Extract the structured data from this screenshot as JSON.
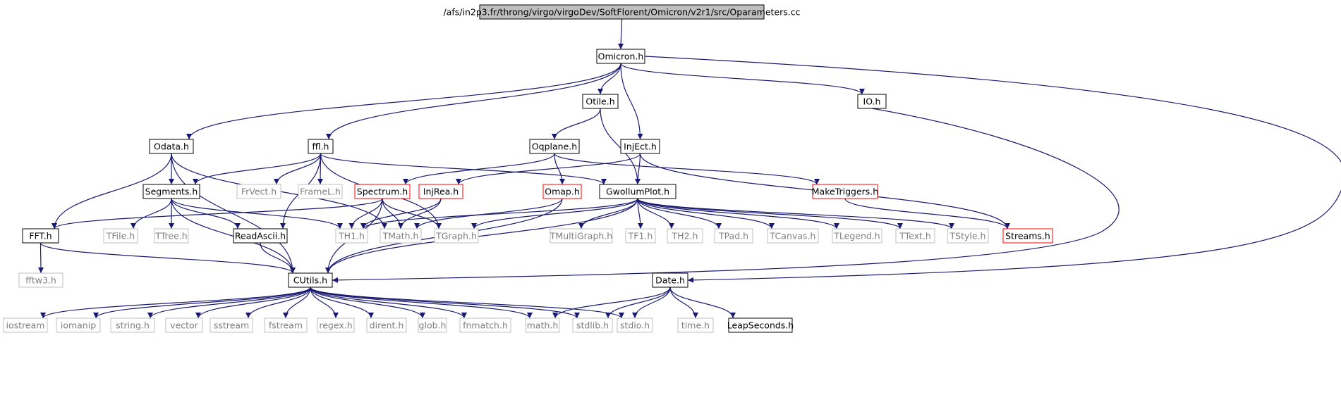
{
  "colors": {
    "edge": "#191970",
    "root_fill": "#bfbfbf",
    "documented_border": "#000000",
    "external_border": "#bfbfbf",
    "truncated_border": "#ff0000",
    "external_text": "#7f7f7f"
  },
  "nodes": [
    {
      "id": "root",
      "label": "/afs/in2p3.fr/throng/virgo/virgoDev/SoftFlorent/Omicron/v2r1/src/Oparameters.cc",
      "kind": "root"
    },
    {
      "id": "omicron",
      "label": "Omicron.h",
      "kind": "doc"
    },
    {
      "id": "otile",
      "label": "Otile.h",
      "kind": "doc"
    },
    {
      "id": "io",
      "label": "IO.h",
      "kind": "doc"
    },
    {
      "id": "odata",
      "label": "Odata.h",
      "kind": "doc"
    },
    {
      "id": "ffl",
      "label": "ffl.h",
      "kind": "doc"
    },
    {
      "id": "oqplane",
      "label": "Oqplane.h",
      "kind": "doc"
    },
    {
      "id": "inject",
      "label": "InjEct.h",
      "kind": "doc"
    },
    {
      "id": "segments",
      "label": "Segments.h",
      "kind": "doc"
    },
    {
      "id": "frvect",
      "label": "FrVect.h",
      "kind": "ext"
    },
    {
      "id": "framel",
      "label": "FrameL.h",
      "kind": "ext"
    },
    {
      "id": "spectrum",
      "label": "Spectrum.h",
      "kind": "trunc"
    },
    {
      "id": "injrea",
      "label": "InjRea.h",
      "kind": "trunc"
    },
    {
      "id": "omap",
      "label": "Omap.h",
      "kind": "trunc"
    },
    {
      "id": "gwollum",
      "label": "GwollumPlot.h",
      "kind": "doc"
    },
    {
      "id": "maketrig",
      "label": "MakeTriggers.h",
      "kind": "trunc"
    },
    {
      "id": "fft",
      "label": "FFT.h",
      "kind": "doc"
    },
    {
      "id": "tfile",
      "label": "TFile.h",
      "kind": "ext"
    },
    {
      "id": "ttree",
      "label": "TTree.h",
      "kind": "ext"
    },
    {
      "id": "readascii",
      "label": "ReadAscii.h",
      "kind": "doc"
    },
    {
      "id": "th1",
      "label": "TH1.h",
      "kind": "ext"
    },
    {
      "id": "tmath",
      "label": "TMath.h",
      "kind": "ext"
    },
    {
      "id": "tgraph",
      "label": "TGraph.h",
      "kind": "ext"
    },
    {
      "id": "tmultigraph",
      "label": "TMultiGraph.h",
      "kind": "ext"
    },
    {
      "id": "tf1",
      "label": "TF1.h",
      "kind": "ext"
    },
    {
      "id": "th2",
      "label": "TH2.h",
      "kind": "ext"
    },
    {
      "id": "tpad",
      "label": "TPad.h",
      "kind": "ext"
    },
    {
      "id": "tcanvas",
      "label": "TCanvas.h",
      "kind": "ext"
    },
    {
      "id": "tlegend",
      "label": "TLegend.h",
      "kind": "ext"
    },
    {
      "id": "ttext",
      "label": "TText.h",
      "kind": "ext"
    },
    {
      "id": "tstyle",
      "label": "TStyle.h",
      "kind": "ext"
    },
    {
      "id": "streams",
      "label": "Streams.h",
      "kind": "trunc"
    },
    {
      "id": "fftw3",
      "label": "fftw3.h",
      "kind": "ext"
    },
    {
      "id": "cutils",
      "label": "CUtils.h",
      "kind": "doc"
    },
    {
      "id": "date",
      "label": "Date.h",
      "kind": "doc"
    },
    {
      "id": "iostream",
      "label": "iostream",
      "kind": "ext"
    },
    {
      "id": "iomanip",
      "label": "iomanip",
      "kind": "ext"
    },
    {
      "id": "stringh",
      "label": "string.h",
      "kind": "ext"
    },
    {
      "id": "vector",
      "label": "vector",
      "kind": "ext"
    },
    {
      "id": "sstream",
      "label": "sstream",
      "kind": "ext"
    },
    {
      "id": "fstream",
      "label": "fstream",
      "kind": "ext"
    },
    {
      "id": "regex",
      "label": "regex.h",
      "kind": "ext"
    },
    {
      "id": "dirent",
      "label": "dirent.h",
      "kind": "ext"
    },
    {
      "id": "glob",
      "label": "glob.h",
      "kind": "ext"
    },
    {
      "id": "fnmatch",
      "label": "fnmatch.h",
      "kind": "ext"
    },
    {
      "id": "mathh",
      "label": "math.h",
      "kind": "ext"
    },
    {
      "id": "stdlib",
      "label": "stdlib.h",
      "kind": "ext"
    },
    {
      "id": "stdio",
      "label": "stdio.h",
      "kind": "ext"
    },
    {
      "id": "timeh",
      "label": "time.h",
      "kind": "ext"
    },
    {
      "id": "leapseconds",
      "label": "LeapSeconds.h",
      "kind": "doc"
    }
  ],
  "edges": [
    [
      "root",
      "omicron"
    ],
    [
      "omicron",
      "odata"
    ],
    [
      "omicron",
      "ffl"
    ],
    [
      "omicron",
      "otile"
    ],
    [
      "omicron",
      "inject"
    ],
    [
      "omicron",
      "io"
    ],
    [
      "omicron",
      "date"
    ],
    [
      "otile",
      "oqplane"
    ],
    [
      "otile",
      "gwollum"
    ],
    [
      "io",
      "cutils"
    ],
    [
      "odata",
      "segments"
    ],
    [
      "odata",
      "fft"
    ],
    [
      "odata",
      "cutils"
    ],
    [
      "odata",
      "tmath"
    ],
    [
      "ffl",
      "segments"
    ],
    [
      "ffl",
      "readascii"
    ],
    [
      "ffl",
      "frvect"
    ],
    [
      "ffl",
      "framel"
    ],
    [
      "ffl",
      "gwollum"
    ],
    [
      "ffl",
      "tgraph"
    ],
    [
      "oqplane",
      "spectrum"
    ],
    [
      "oqplane",
      "omap"
    ],
    [
      "oqplane",
      "maketrig"
    ],
    [
      "inject",
      "injrea"
    ],
    [
      "inject",
      "gwollum"
    ],
    [
      "inject",
      "streams"
    ],
    [
      "segments",
      "tfile"
    ],
    [
      "segments",
      "ttree"
    ],
    [
      "segments",
      "readascii"
    ],
    [
      "segments",
      "th1"
    ],
    [
      "segments",
      "cutils"
    ],
    [
      "spectrum",
      "fft"
    ],
    [
      "spectrum",
      "th1"
    ],
    [
      "spectrum",
      "tmath"
    ],
    [
      "spectrum",
      "tgraph"
    ],
    [
      "spectrum",
      "cutils"
    ],
    [
      "injrea",
      "th1"
    ],
    [
      "injrea",
      "tmath"
    ],
    [
      "omap",
      "tmath"
    ],
    [
      "omap",
      "cutils"
    ],
    [
      "gwollum",
      "th1"
    ],
    [
      "gwollum",
      "tgraph"
    ],
    [
      "gwollum",
      "tmultigraph"
    ],
    [
      "gwollum",
      "tf1"
    ],
    [
      "gwollum",
      "th2"
    ],
    [
      "gwollum",
      "tpad"
    ],
    [
      "gwollum",
      "tcanvas"
    ],
    [
      "gwollum",
      "tlegend"
    ],
    [
      "gwollum",
      "ttext"
    ],
    [
      "gwollum",
      "tstyle"
    ],
    [
      "gwollum",
      "cutils"
    ],
    [
      "maketrig",
      "streams"
    ],
    [
      "fft",
      "fftw3"
    ],
    [
      "fft",
      "cutils"
    ],
    [
      "readascii",
      "cutils"
    ],
    [
      "cutils",
      "iostream"
    ],
    [
      "cutils",
      "iomanip"
    ],
    [
      "cutils",
      "stringh"
    ],
    [
      "cutils",
      "vector"
    ],
    [
      "cutils",
      "sstream"
    ],
    [
      "cutils",
      "fstream"
    ],
    [
      "cutils",
      "regex"
    ],
    [
      "cutils",
      "dirent"
    ],
    [
      "cutils",
      "glob"
    ],
    [
      "cutils",
      "fnmatch"
    ],
    [
      "cutils",
      "mathh"
    ],
    [
      "cutils",
      "stdlib"
    ],
    [
      "cutils",
      "stdio"
    ],
    [
      "date",
      "mathh"
    ],
    [
      "date",
      "stdlib"
    ],
    [
      "date",
      "stdio"
    ],
    [
      "date",
      "timeh"
    ],
    [
      "date",
      "leapseconds"
    ]
  ]
}
